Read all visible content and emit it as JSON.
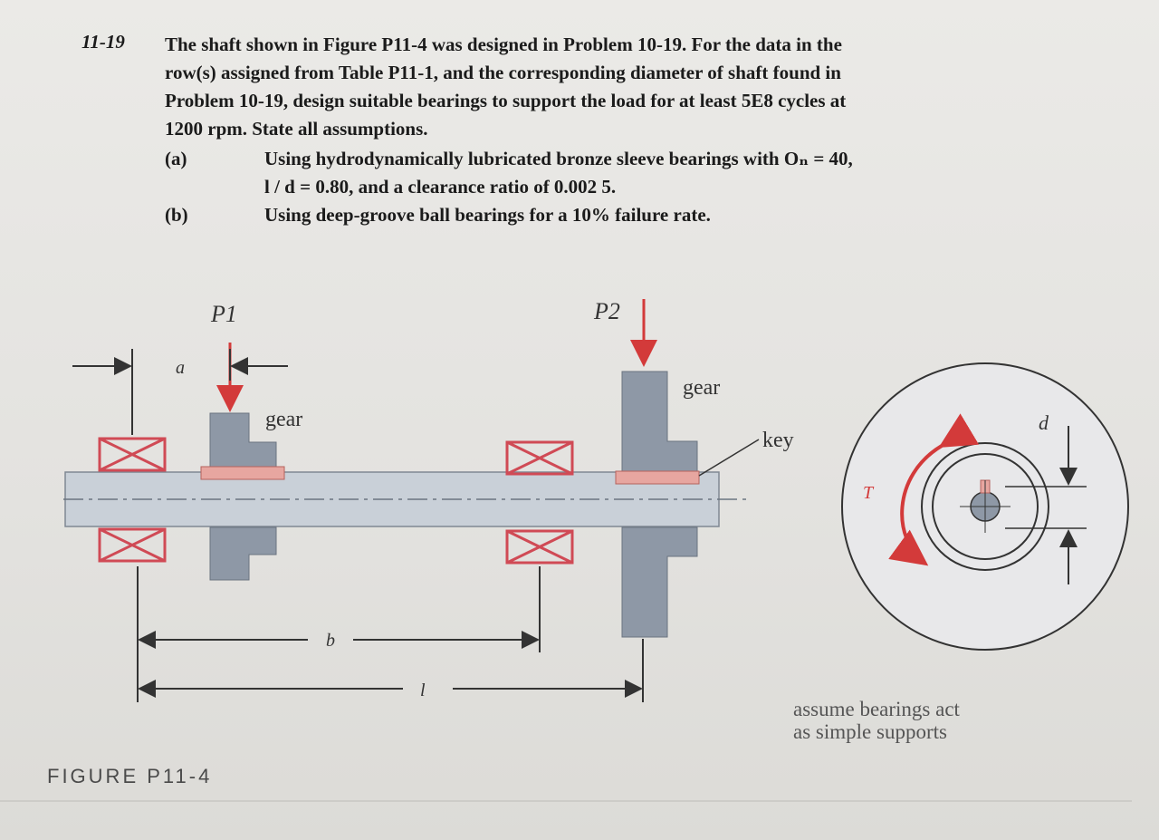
{
  "problem": {
    "number": "11-19",
    "lines": [
      "The shaft shown in Figure P11-4 was designed in Problem 10-19.  For the data in the",
      "row(s) assigned from Table P11-1, and the corresponding diameter of shaft found in",
      "Problem 10-19, design suitable bearings to support the load for at least 5E8 cycles at",
      "1200 rpm.  State all assumptions."
    ],
    "parts": [
      {
        "label": "(a)",
        "lines": [
          "Using hydrodynamically lubricated bronze sleeve bearings with Oₙ = 40,",
          "l / d = 0.80, and a clearance ratio of 0.002 5."
        ]
      },
      {
        "label": "(b)",
        "lines": [
          "Using deep-groove ball bearings for a 10% failure rate."
        ]
      }
    ]
  },
  "figure": {
    "caption": "FIGURE P11-4",
    "labels": {
      "p1": "P1",
      "p2": "P2",
      "a": "a",
      "b": "b",
      "l": "l",
      "gear_left": "gear",
      "gear_right": "gear",
      "key": "key",
      "torque": "T",
      "diameter": "d"
    },
    "note": [
      "assume bearings act",
      "as simple supports"
    ],
    "colors": {
      "shaft": "#c9d0d8",
      "gear": "#8e98a6",
      "key": "#e7a6a0",
      "bearing": "#d04a55",
      "arrow": "#d33a3a",
      "line": "#333333"
    }
  }
}
